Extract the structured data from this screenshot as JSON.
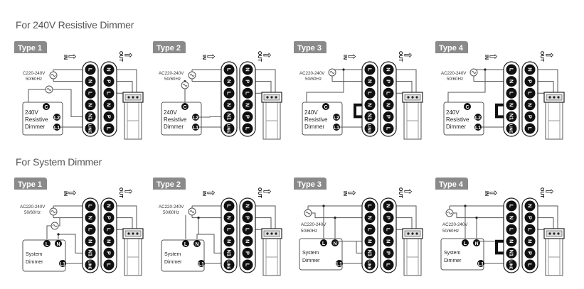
{
  "sections": [
    {
      "title": "For 240V Resistive Dimmer",
      "kind": "resistive",
      "panels": [
        {
          "label": "Type 1",
          "source_line1": "C220-240V",
          "source_line2": "50/60Hz"
        },
        {
          "label": "Type 2",
          "source_line1": "AC220-240V",
          "source_line2": "50/60Hz"
        },
        {
          "label": "Type 3",
          "source_line1": "AC220-240V",
          "source_line2": "50/60Hz"
        },
        {
          "label": "Type 4",
          "source_line1": "AC220-240V",
          "source_line2": "50/60Hz"
        }
      ]
    },
    {
      "title": "For System Dimmer",
      "kind": "system",
      "panels": [
        {
          "label": "Type 1",
          "source_line1": "AC220-240V",
          "source_line2": "50/60Hz"
        },
        {
          "label": "Type 2",
          "source_line1": "AC220-240V",
          "source_line2": "50/60Hz"
        },
        {
          "label": "Type 3",
          "source_line1": "AC220-240V",
          "source_line2": "50/60Hz"
        },
        {
          "label": "Type 4",
          "source_line1": "AC220-240V",
          "source_line2": "50/60Hz"
        }
      ]
    }
  ],
  "in_label": "IN",
  "out_label": "OUT",
  "in_terminals": [
    "L",
    "N",
    "L",
    "N",
    "N1",
    "LINE"
  ],
  "out_terminals": [
    "N",
    "P",
    "L",
    "N",
    "P",
    "L"
  ],
  "resistive_dimmer": {
    "lines": [
      "240V",
      "Resistive",
      "Dimmer"
    ],
    "c": "C",
    "l2": "L2",
    "l1": "L1"
  },
  "system_dimmer": {
    "lines": [
      "System",
      "Dimmer"
    ],
    "l": "L",
    "n": "N",
    "l1": "L1"
  },
  "colors": {
    "tab": "#8a8a8a",
    "wire": "#555555",
    "terminal": "#111111"
  }
}
